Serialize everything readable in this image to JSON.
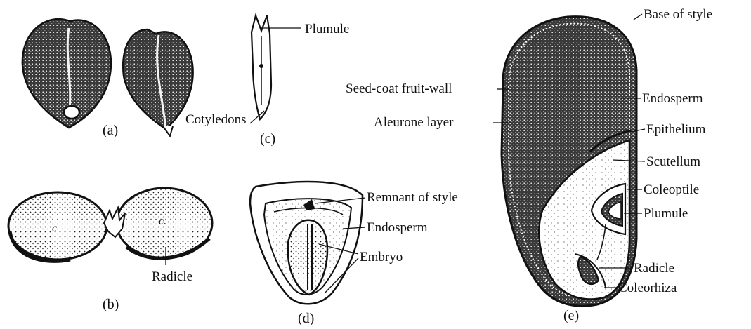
{
  "panels": {
    "a": {
      "caption": "(a)"
    },
    "b": {
      "caption": "(b)",
      "labels": {
        "radicle": "Radicle"
      }
    },
    "c": {
      "caption": "(c)",
      "labels": {
        "plumule": "Plumule",
        "cotyledons": "Cotyledons"
      }
    },
    "d": {
      "caption": "(d)",
      "labels": {
        "remnant_of_style": "Remnant of style",
        "endosperm": "Endosperm",
        "embryo": "Embryo"
      }
    },
    "e": {
      "caption": "(e)",
      "labels": {
        "base_of_style": "Base of style",
        "seed_coat_fruit_wall": "Seed-coat fruit-wall",
        "endosperm": "Endosperm",
        "aleurone_layer": "Aleurone layer",
        "epithelium": "Epithelium",
        "scutellum": "Scutellum",
        "coleoptile": "Coleoptile",
        "plumule": "Plumule",
        "radicle": "Radicle",
        "coleorhiza": "Coleorhiza"
      }
    }
  },
  "colors": {
    "ink": "#111111",
    "paper": "#ffffff"
  }
}
